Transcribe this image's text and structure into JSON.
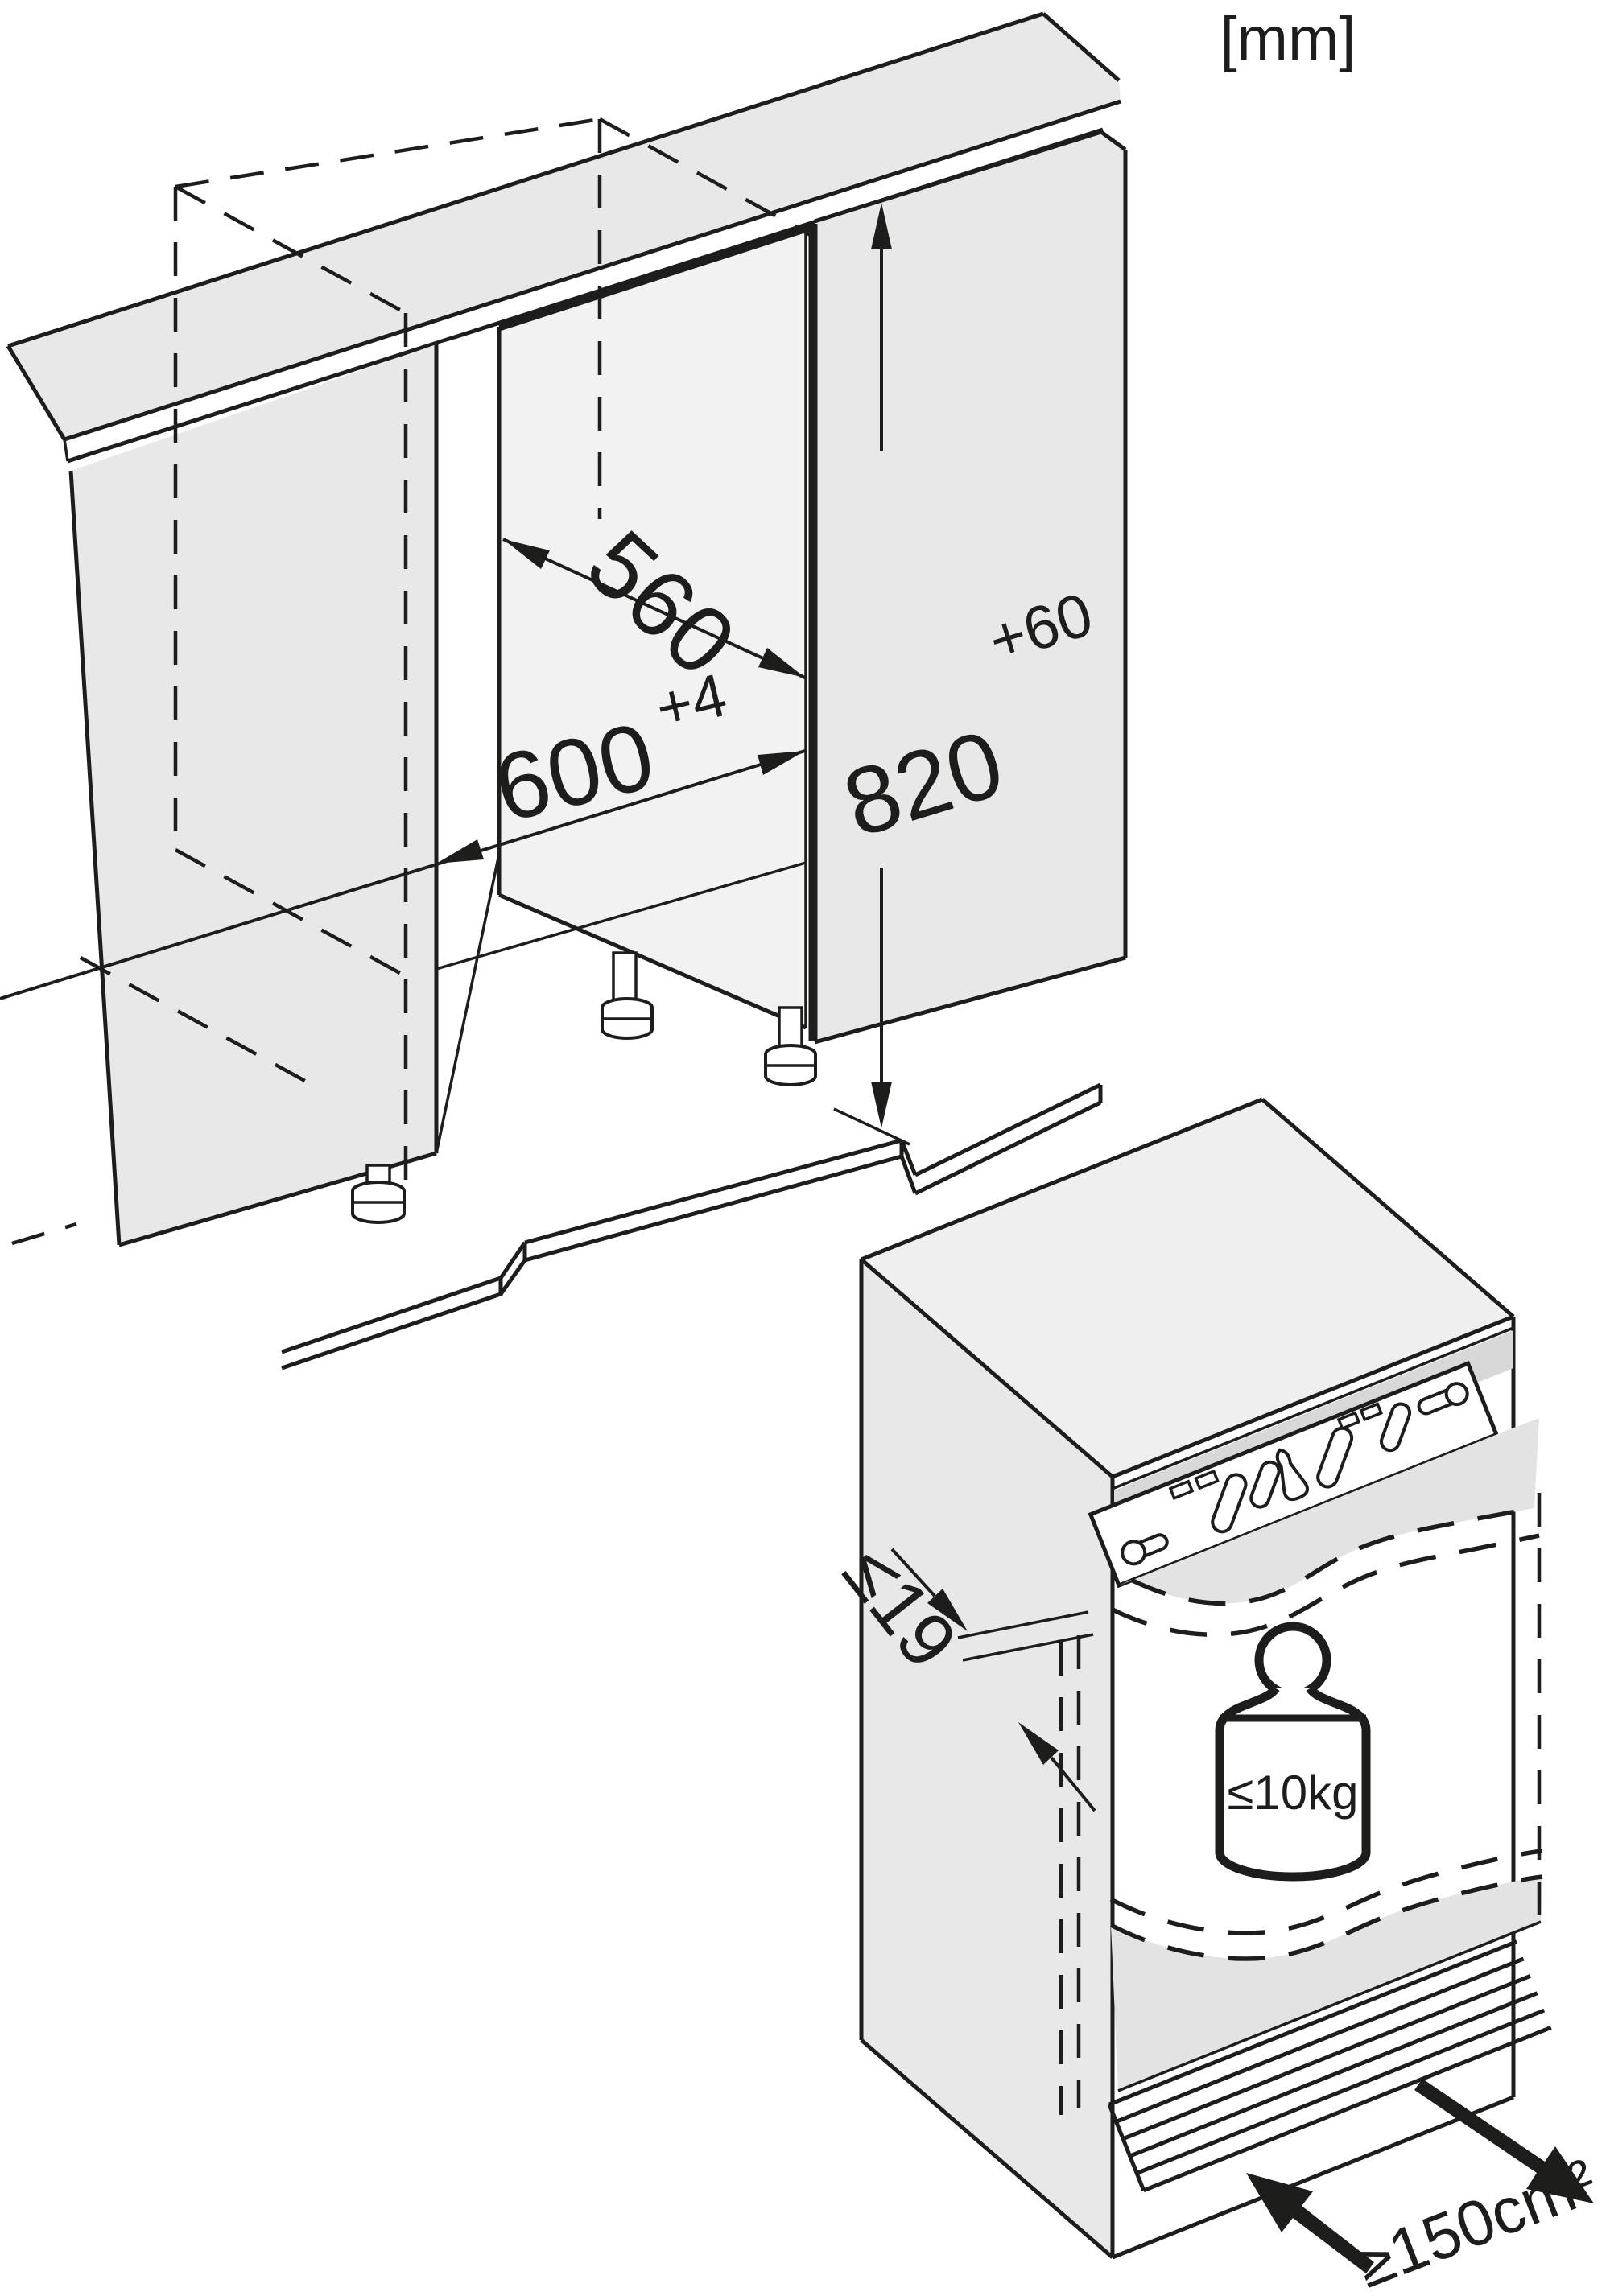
{
  "units_label": "[mm]",
  "niche": {
    "depth": "560",
    "width": "600",
    "width_sup": "+4",
    "height": "820",
    "height_sup": "+60"
  },
  "appliance": {
    "furniture_door_thickness": "≤19",
    "furniture_door_max_weight": "≤10kg",
    "ventilation_min_area": "≥150cm²"
  },
  "colors": {
    "line": "#1d1d1b",
    "panel_gray": "#e8e8e8",
    "rear_wall_gray": "#f2f2f2",
    "recess_gray": "#d8d8d8",
    "door_gray": "#e3e3e3",
    "top_gray": "#efefef",
    "background": "#ffffff"
  }
}
